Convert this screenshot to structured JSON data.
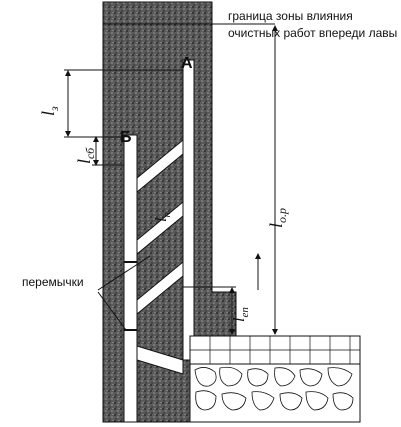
{
  "labels": {
    "boundary_line1": "граница зоны влияния",
    "boundary_line2": "очистных работ впереди лавы",
    "point_a": "А",
    "point_b": "Б",
    "l3_main": "l",
    "l3_sub": "з",
    "lsb_main": "l",
    "lsb_sub": "сб",
    "lor_main": "l",
    "lor_sub": "о.р",
    "lp_main": "l",
    "lp_sub": "п",
    "lep_main": "l",
    "lep_sub": "еп",
    "bridges": "перемычки"
  },
  "colors": {
    "rock": "#3b3b3b",
    "roadway": "#ffffff",
    "line": "#111111"
  }
}
